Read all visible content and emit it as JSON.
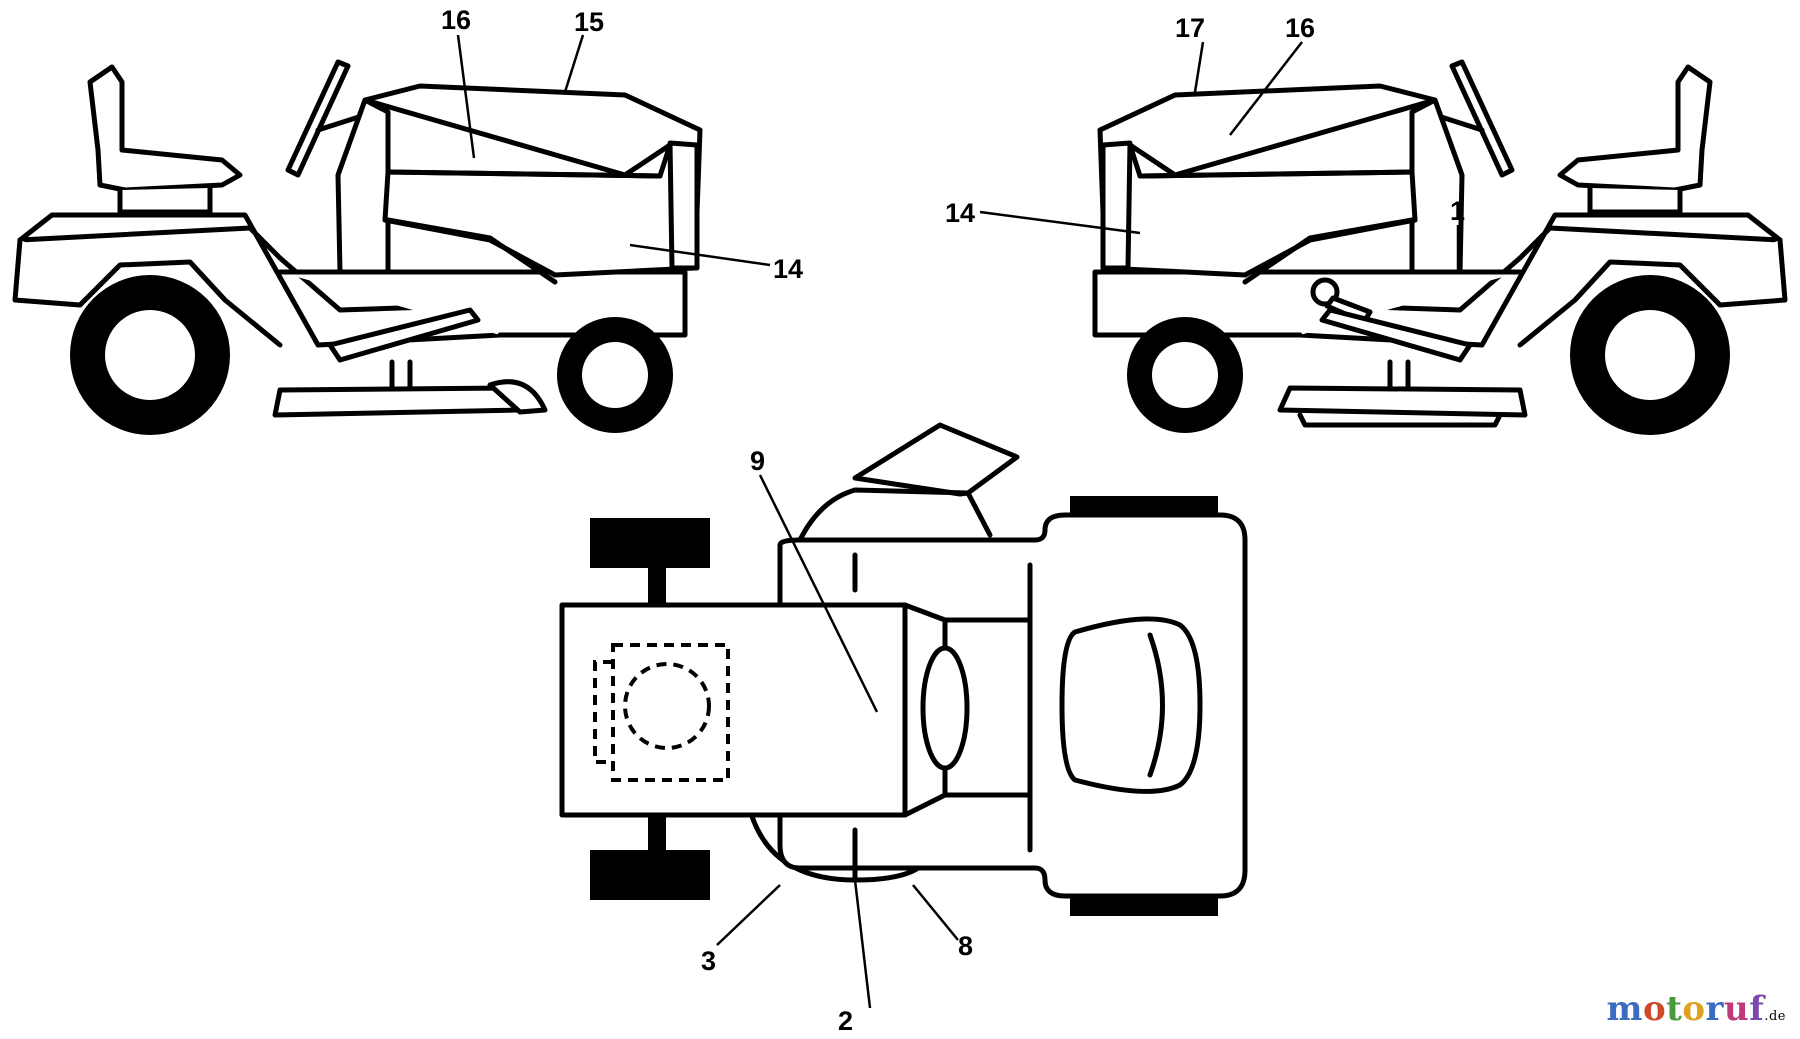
{
  "callouts": {
    "c1": "16",
    "c2": "15",
    "c3": "14",
    "c4": "17",
    "c5": "16",
    "c6": "14",
    "c7": "1",
    "c8": "9",
    "c9": "3",
    "c10": "2",
    "c11": "8"
  },
  "watermark": {
    "letters": [
      "m",
      "o",
      "t",
      "o",
      "r",
      "u",
      "f"
    ],
    "suffix": ".de",
    "colors": [
      "#3a6cc0",
      "#d04a2a",
      "#4a9a3a",
      "#e0a020",
      "#3a6cc0",
      "#c03a7a",
      "#7a4ab0"
    ]
  }
}
